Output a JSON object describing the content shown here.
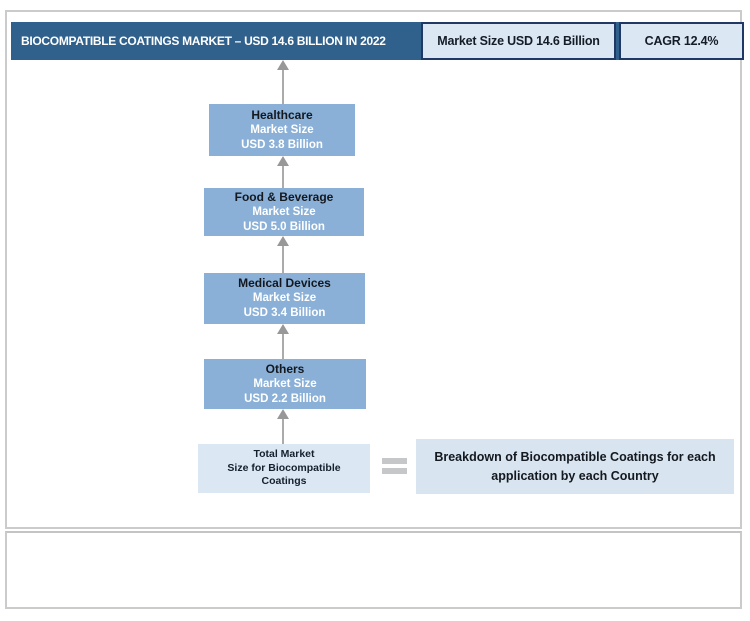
{
  "header": {
    "title": "BIOCOMPATIBLE COATINGS MARKET – USD 14.6 BILLION IN 2022",
    "market_size_badge": "Market Size USD 14.6 Billion",
    "cagr_badge": "CAGR 12.4%"
  },
  "flow_boxes": [
    {
      "title": "Healthcare",
      "line1": "Market Size",
      "line2": "USD 3.8 Billion"
    },
    {
      "title": "Food & Beverage",
      "line1": "Market Size",
      "line2": "USD 5.0 Billion"
    },
    {
      "title": "Medical Devices",
      "line1": "Market Size",
      "line2": "USD 3.4 Billion"
    },
    {
      "title": "Others",
      "line1": "Market Size",
      "line2": "USD 2.2 Billion"
    }
  ],
  "total_box": {
    "line1": "Total Market",
    "line2": "Size for Biocompatible",
    "line3": "Coatings"
  },
  "breakdown_box": {
    "text": "Breakdown of Biocompatible Coatings for each application by each Country"
  },
  "icons": {
    "up_arrow": "up-arrow-icon",
    "equals": "equals-icon"
  },
  "colors": {
    "header_bar": "#30618c",
    "badge_fill": "#dbe7f3",
    "badge_border": "#1f3864",
    "flow_box_fill": "#8ab0d7",
    "light_box_fill": "#dbe7f3",
    "arrow_gray": "#ababab",
    "panel_border": "#cbcbcb",
    "dark_text": "#14181f",
    "white_text": "#ffffff"
  }
}
